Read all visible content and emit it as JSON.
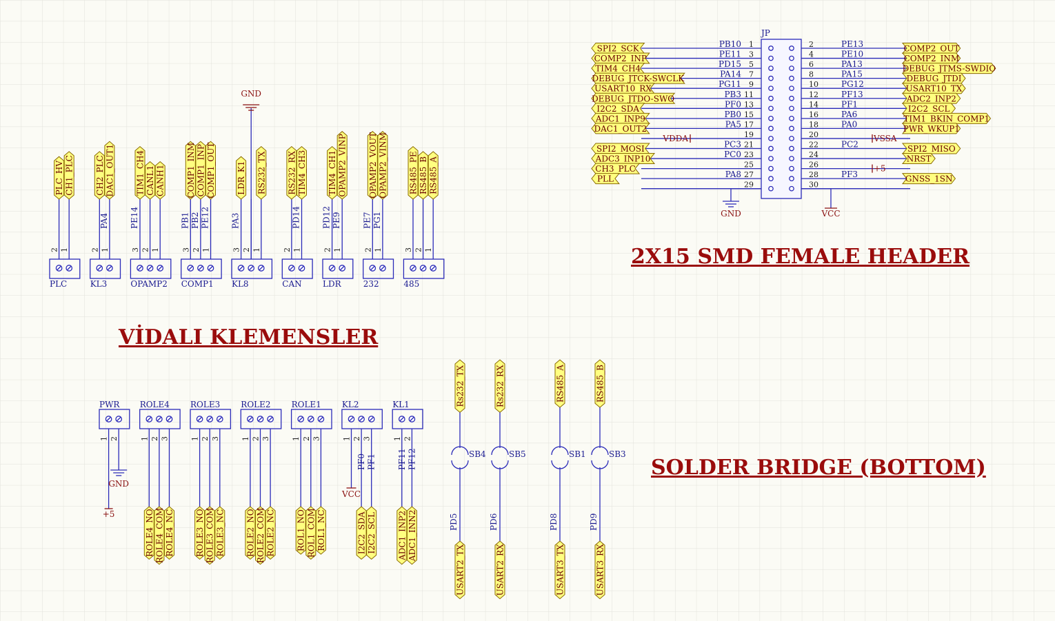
{
  "titles": {
    "header": "2X15 SMD FEMALE HEADER",
    "klemens": "VİDALI KLEMENSLER",
    "solder": "SOLDER BRIDGE (BOTTOM)"
  },
  "colors": {
    "wire": "#2a2ab8",
    "tag_fill": "#ffff80",
    "tag_text": "#6a0000",
    "title": "#9a0c0c",
    "power": "#8a1010"
  },
  "header": {
    "designator": "JP",
    "left_rows": [
      {
        "pin": "1",
        "port": "PB10",
        "net": "SPI2_SCK"
      },
      {
        "pin": "3",
        "port": "PE11",
        "net": "COMP2_INP"
      },
      {
        "pin": "5",
        "port": "PD15",
        "net": "TIM4_CH4"
      },
      {
        "pin": "7",
        "port": "PA14",
        "net": "DEBUG_JTCK-SWCLK"
      },
      {
        "pin": "9",
        "port": "PG11",
        "net": "USART10_RX"
      },
      {
        "pin": "11",
        "port": "PB3",
        "net": "DEBUG_JTDO-SWO"
      },
      {
        "pin": "13",
        "port": "PF0",
        "net": "I2C2_SDA"
      },
      {
        "pin": "15",
        "port": "PB0",
        "net": "ADC1_INP9"
      },
      {
        "pin": "17",
        "port": "PA5",
        "net": "DAC1_OUT2"
      },
      {
        "pin": "19",
        "port": "",
        "net": "",
        "power": "VDDA"
      },
      {
        "pin": "21",
        "port": "PC3",
        "net": "SPI2_MOSI"
      },
      {
        "pin": "23",
        "port": "PC0",
        "net": "ADC3_INP10"
      },
      {
        "pin": "25",
        "port": "",
        "net": "CH3_PLC"
      },
      {
        "pin": "27",
        "port": "PA8",
        "net": "PLL"
      },
      {
        "pin": "29",
        "port": "",
        "net": ""
      }
    ],
    "right_rows": [
      {
        "pin": "2",
        "port": "PE13",
        "net": "COMP2_OUT"
      },
      {
        "pin": "4",
        "port": "PE10",
        "net": "COMP2_INM"
      },
      {
        "pin": "6",
        "port": "PA13",
        "net": "DEBUG_JTMS-SWDIO"
      },
      {
        "pin": "8",
        "port": "PA15",
        "net": "DEBUG_JTDI"
      },
      {
        "pin": "10",
        "port": "PG12",
        "net": "USART10_TX"
      },
      {
        "pin": "12",
        "port": "PF13",
        "net": "ADC2_INP2"
      },
      {
        "pin": "14",
        "port": "PF1",
        "net": "I2C2_SCL"
      },
      {
        "pin": "16",
        "port": "PA6",
        "net": "TIM1_BKIN_COMP1"
      },
      {
        "pin": "18",
        "port": "PA0",
        "net": "PWR_WKUP1"
      },
      {
        "pin": "20",
        "port": "",
        "net": "",
        "power": "VSSA"
      },
      {
        "pin": "22",
        "port": "PC2",
        "net": "SPI2_MISO"
      },
      {
        "pin": "24",
        "port": "",
        "net": "NRST"
      },
      {
        "pin": "26",
        "port": "",
        "net": "",
        "power": "+5"
      },
      {
        "pin": "28",
        "port": "PF3",
        "net": "GNSS_1SN"
      },
      {
        "pin": "30",
        "port": "",
        "net": ""
      }
    ],
    "gnd": "GND",
    "vcc": "VCC"
  },
  "terminals_top": {
    "gnd": "GND",
    "groups": [
      {
        "name": "PLC",
        "pins": [
          {
            "n": "2",
            "net": "PLC_HV",
            "port": ""
          },
          {
            "n": "1",
            "net": "CH1_PLC",
            "port": ""
          }
        ]
      },
      {
        "name": "KL3",
        "pins": [
          {
            "n": "2",
            "net": "CH2_PLC",
            "port": ""
          },
          {
            "n": "1",
            "net": "DAC1_OUT1",
            "port": "PA4"
          }
        ]
      },
      {
        "name": "OPAMP2",
        "pins": [
          {
            "n": "3",
            "net": "TIM1_CH4",
            "port": "PE14"
          },
          {
            "n": "2",
            "net": "CANL1",
            "port": ""
          },
          {
            "n": "1",
            "net": "CANH1",
            "port": ""
          }
        ]
      },
      {
        "name": "COMP1",
        "pins": [
          {
            "n": "3",
            "net": "COMP1_INM",
            "port": "PB1"
          },
          {
            "n": "2",
            "net": "COMP1_INP",
            "port": "PB2"
          },
          {
            "n": "1",
            "net": "COMP1_OUT",
            "port": "PE12"
          }
        ]
      },
      {
        "name": "KL8",
        "pins": [
          {
            "n": "3",
            "net": "LDR_K1",
            "port": "PA3"
          },
          {
            "n": "2",
            "net": "",
            "port": "",
            "gnd": true
          },
          {
            "n": "1",
            "net": "RS232_TX",
            "port": ""
          }
        ]
      },
      {
        "name": "CAN",
        "pins": [
          {
            "n": "2",
            "net": "RS232_RX",
            "port": ""
          },
          {
            "n": "1",
            "net": "TIM4_CH3",
            "port": "PD14"
          }
        ]
      },
      {
        "name": "LDR",
        "pins": [
          {
            "n": "2",
            "net": "TIM4_CH1",
            "port": "PD12"
          },
          {
            "n": "1",
            "net": "OPAMP2_VINP",
            "port": "PE9"
          }
        ]
      },
      {
        "name": "232",
        "pins": [
          {
            "n": "2",
            "net": "OPAMP2_VOUT",
            "port": "PE7"
          },
          {
            "n": "1",
            "net": "OPAMP2_VINM",
            "port": "PG1"
          }
        ]
      },
      {
        "name": "485",
        "pins": [
          {
            "n": "3",
            "net": "RS485_PE",
            "port": ""
          },
          {
            "n": "2",
            "net": "RS485_B",
            "port": ""
          },
          {
            "n": "1",
            "net": "RS485_A",
            "port": ""
          }
        ]
      }
    ]
  },
  "terminals_bottom": {
    "gnd": "GND",
    "vcc": "VCC",
    "plus5": "+5",
    "groups": [
      {
        "name": "PWR",
        "pins": [
          {
            "n": "1",
            "net": "",
            "port": "",
            "special": "plus5"
          },
          {
            "n": "2",
            "net": "",
            "port": "",
            "special": "gnd"
          }
        ]
      },
      {
        "name": "ROLE4",
        "pins": [
          {
            "n": "1",
            "net": "ROLE4_NO",
            "port": ""
          },
          {
            "n": "2",
            "net": "ROLE4_COM",
            "port": ""
          },
          {
            "n": "3",
            "net": "ROLE4_NC",
            "port": ""
          }
        ]
      },
      {
        "name": "ROLE3",
        "pins": [
          {
            "n": "1",
            "net": "ROLE3_NO",
            "port": ""
          },
          {
            "n": "2",
            "net": "ROLE3_COM",
            "port": ""
          },
          {
            "n": "3",
            "net": "ROLE3_NC",
            "port": ""
          }
        ]
      },
      {
        "name": "ROLE2",
        "pins": [
          {
            "n": "1",
            "net": "ROLE2_NO",
            "port": ""
          },
          {
            "n": "2",
            "net": "ROLE2_COM",
            "port": ""
          },
          {
            "n": "3",
            "net": "ROLE2_NC",
            "port": ""
          }
        ]
      },
      {
        "name": "ROLE1",
        "pins": [
          {
            "n": "1",
            "net": "ROL1_NO",
            "port": ""
          },
          {
            "n": "2",
            "net": "ROL1_COM",
            "port": ""
          },
          {
            "n": "3",
            "net": "ROL1_NC",
            "port": ""
          }
        ]
      },
      {
        "name": "KL2",
        "pins": [
          {
            "n": "1",
            "net": "",
            "port": "",
            "special": "vcc"
          },
          {
            "n": "2",
            "net": "I2C2_SDA",
            "port": "PF0"
          },
          {
            "n": "3",
            "net": "I2C2_SCL",
            "port": "PF1"
          }
        ]
      },
      {
        "name": "KL1",
        "pins": [
          {
            "n": "1",
            "net": "ADC1_INP2",
            "port": "PF11"
          },
          {
            "n": "2",
            "net": "ADC1_INN2",
            "port": "PF12"
          }
        ]
      }
    ]
  },
  "solder_bridges": [
    {
      "name": "SB4",
      "top": "Rs232_TX",
      "bottom": "USART2_TX",
      "port": "PD5"
    },
    {
      "name": "SB5",
      "top": "Rs232_RX",
      "bottom": "USART2_RX",
      "port": "PD6"
    },
    {
      "name": "SB1",
      "top": "RS485_A",
      "bottom": "USART3_TX",
      "port": "PD8"
    },
    {
      "name": "SB3",
      "top": "RS485_B",
      "bottom": "USART3_RX",
      "port": "PD9"
    }
  ]
}
